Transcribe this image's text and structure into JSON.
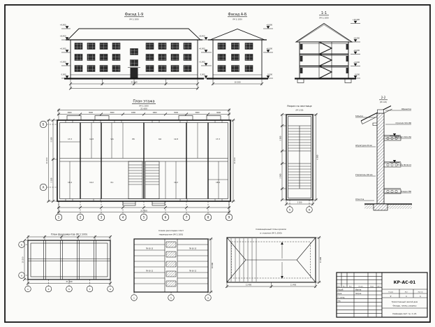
{
  "titles": {
    "front": "Фасад 1-9",
    "front_scale": "(М 1:100)",
    "side": "Фасад А-Б",
    "side_scale": "(М 1:100)",
    "section": "1-1",
    "section_scale": "(М 1:100)",
    "plan": "План этажа",
    "plan_scale": "(М 1:100)",
    "stair": "Разрез по лестнице",
    "stair_scale": "(М 1:50)",
    "node": "2-2",
    "node_scale": "(М 1:20)",
    "foundation": "План фундаментов (М 1:100)",
    "slab_line1": "Схема раскладки плит",
    "slab_line2": "перекрытия (М 1:100)",
    "roof_line1": "Совмещённый план кровли",
    "roof_line2": "и стропил (М 1:200)"
  },
  "levels": {
    "front": [
      "+9,900",
      "+8,400",
      "+6,000",
      "+3,000",
      "0,000"
    ],
    "side_left": [
      "+8,400",
      "+6,000",
      "+3,000",
      "0,000"
    ],
    "side_right": [
      "+9,900",
      "+6,000",
      "0,000"
    ],
    "section": [
      "+10,400",
      "+8,400",
      "+6,000",
      "+3,000",
      "0,000"
    ]
  },
  "axes": {
    "plan_bottom": [
      "1",
      "2",
      "3",
      "4",
      "5",
      "6",
      "7",
      "8",
      "9"
    ],
    "plan_left": [
      "Б",
      "А"
    ],
    "stair": [
      "5",
      "6"
    ],
    "foundation_bottom": [
      "1",
      "3",
      "5",
      "7",
      "9"
    ],
    "foundation_left": [
      "Б",
      "А"
    ],
    "slab_bottom": [
      "1",
      "5",
      "9"
    ]
  },
  "dims": {
    "front_total": "21 600",
    "side_total": "10 200",
    "plan_top": [
      "3000",
      "3000",
      "3000",
      "1800",
      "1800",
      "3000",
      "3000",
      "3000"
    ],
    "plan_total_top": "21 600",
    "plan_total_bottom": "21 600",
    "plan_left": [
      "5 100",
      "5 100"
    ],
    "plan_total_left": "10 200",
    "plan_total_right": "10 200",
    "stair_left": [
      "3 000",
      "3 000"
    ],
    "stair_right": "6 000",
    "stair_bottom": "2 200",
    "found_total": "21 600",
    "found_left": "10 200",
    "slab_right": "10 200",
    "roof_halves": [
      "11 400",
      "11 400"
    ],
    "roof_right": "11 400"
  },
  "rooms": [
    "17,3",
    "12,8",
    "9,6",
    "ЛК",
    "9,6",
    "12,8",
    "17,3",
    "18,4",
    "10,2",
    "8,1",
    "10,2",
    "18,4"
  ],
  "node": {
    "callouts_right": [
      "Обрешётка",
      "Стропило 50×180",
      "Мауэрлат 150×150",
      "Плита ПК 60.15",
      "Кладка 380"
    ],
    "callouts_left": [
      "Кобылка",
      "Штукатурка 20 мм",
      "Утеплитель 100 мм",
      "Отмостка"
    ]
  },
  "slab_labels": [
    "ПК 60-15",
    "ПК 60-12",
    "ПК 60-15",
    "ПК 60-12"
  ],
  "stamp": {
    "code": "КР-АС-01",
    "cols": [
      "Изм.",
      "Кол.",
      "Лист",
      "№ док.",
      "Подп.",
      "Дата"
    ],
    "rows": [
      "Разраб.",
      "Пров.",
      "Н. контр.",
      "Утв."
    ],
    "names": [
      "Иванов",
      "Петров"
    ],
    "stage_label": "Стадия",
    "sheet_label": "Лист",
    "sheets_label": "Листов",
    "stage": "У",
    "sheet": "1",
    "sheets": "1",
    "object": "Трёхэтажный жилой дом",
    "content": "Фасады, планы, разрезы",
    "org": "Кафедра АиГ  гр. С-21"
  }
}
